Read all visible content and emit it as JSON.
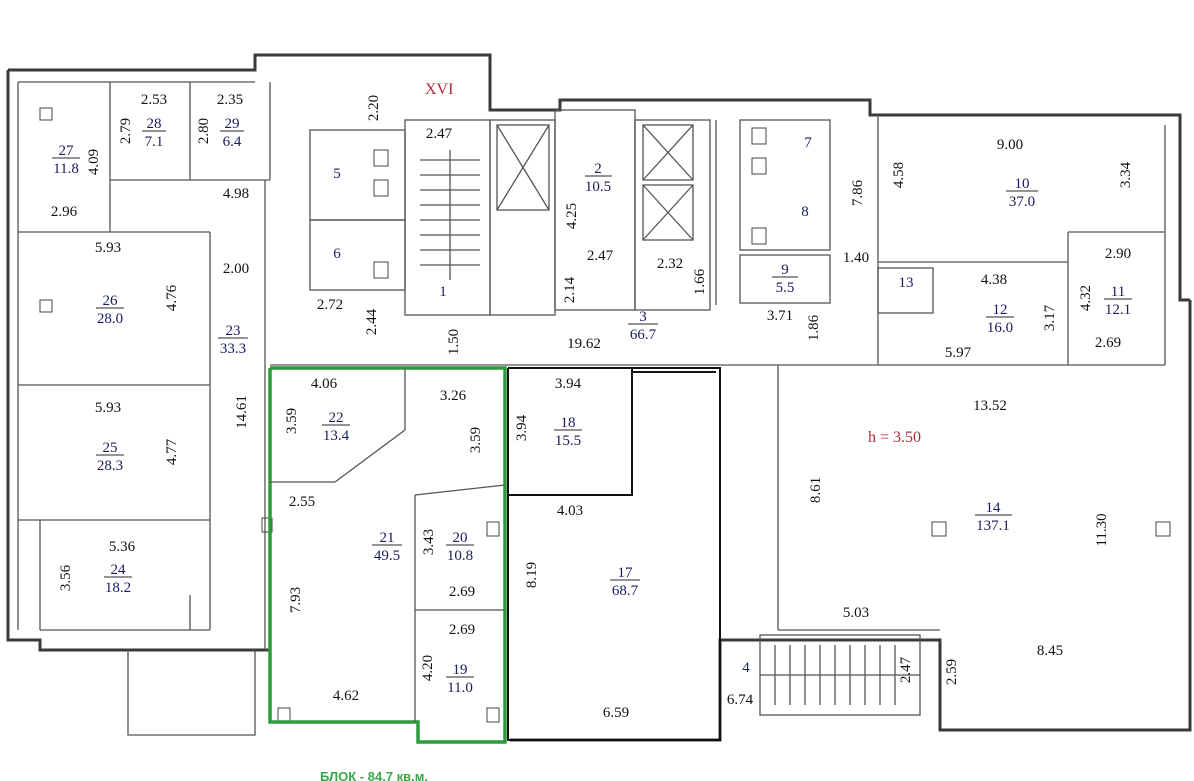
{
  "building_marker": "XVI",
  "height_note": "h = 3.50",
  "block_label": "БЛОК - 84.7 кв.м.",
  "colors": {
    "highlight": "#2e9a3e",
    "room_text": "#1a1a5e",
    "marker": "#b0283a"
  },
  "rooms": [
    {
      "id": "r1",
      "num": "1",
      "area": ""
    },
    {
      "id": "r2",
      "num": "2",
      "area": "10.5"
    },
    {
      "id": "r3",
      "num": "3",
      "area": "66.7"
    },
    {
      "id": "r4",
      "num": "4",
      "area": ""
    },
    {
      "id": "r5",
      "num": "5",
      "area": ""
    },
    {
      "id": "r6",
      "num": "6",
      "area": ""
    },
    {
      "id": "r7",
      "num": "7",
      "area": ""
    },
    {
      "id": "r8",
      "num": "8",
      "area": ""
    },
    {
      "id": "r9",
      "num": "9",
      "area": "5.5"
    },
    {
      "id": "r10",
      "num": "10",
      "area": "37.0"
    },
    {
      "id": "r11",
      "num": "11",
      "area": "12.1"
    },
    {
      "id": "r12",
      "num": "12",
      "area": "16.0"
    },
    {
      "id": "r13",
      "num": "13",
      "area": ""
    },
    {
      "id": "r14",
      "num": "14",
      "area": "137.1"
    },
    {
      "id": "r17",
      "num": "17",
      "area": "68.7"
    },
    {
      "id": "r18",
      "num": "18",
      "area": "15.5"
    },
    {
      "id": "r19",
      "num": "19",
      "area": "11.0"
    },
    {
      "id": "r20",
      "num": "20",
      "area": "10.8"
    },
    {
      "id": "r21",
      "num": "21",
      "area": "49.5"
    },
    {
      "id": "r22",
      "num": "22",
      "area": "13.4"
    },
    {
      "id": "r23",
      "num": "23",
      "area": "33.3"
    },
    {
      "id": "r24",
      "num": "24",
      "area": "18.2"
    },
    {
      "id": "r25",
      "num": "25",
      "area": "28.3"
    },
    {
      "id": "r26",
      "num": "26",
      "area": "28.0"
    },
    {
      "id": "r27",
      "num": "27",
      "area": "11.8"
    },
    {
      "id": "r28",
      "num": "28",
      "area": "7.1"
    },
    {
      "id": "r29",
      "num": "29",
      "area": "6.4"
    }
  ],
  "dims": {
    "d_253": "2.53",
    "d_235": "2.35",
    "d_220": "2.20",
    "d_279": "2.79",
    "d_280": "2.80",
    "d_409": "4.09",
    "d_296": "2.96",
    "d_498": "4.98",
    "d_247a": "2.47",
    "d_900": "9.00",
    "d_458": "4.58",
    "d_334": "3.34",
    "d_425": "4.25",
    "d_247b": "2.47",
    "d_232": "2.32",
    "d_166": "1.66",
    "d_786": "7.86",
    "d_140": "1.40",
    "d_290": "2.90",
    "d_438": "4.38",
    "d_432": "4.32",
    "d_317": "3.17",
    "d_269a": "2.69",
    "d_597": "5.97",
    "d_371": "3.71",
    "d_186": "1.86",
    "d_593a": "5.93",
    "d_200": "2.00",
    "d_476": "4.76",
    "d_272": "2.72",
    "d_244": "2.44",
    "d_150": "1.50",
    "d_214": "2.14",
    "d_1962": "19.62",
    "d_406": "4.06",
    "d_326": "3.26",
    "d_394a": "3.94",
    "d_359a": "3.59",
    "d_359b": "3.59",
    "d_394b": "3.94",
    "d_1352": "13.52",
    "d_593b": "5.93",
    "d_477": "4.77",
    "d_1461": "14.61",
    "d_255": "2.55",
    "d_343": "3.43",
    "d_403": "4.03",
    "d_861": "8.61",
    "d_1130": "11.30",
    "d_536": "5.36",
    "d_356": "3.56",
    "d_793": "7.93",
    "d_819": "8.19",
    "d_269b": "2.69",
    "d_269c": "2.69",
    "d_503": "5.03",
    "d_845": "8.45",
    "d_420": "4.20",
    "d_462": "4.62",
    "d_659": "6.59",
    "d_674": "6.74",
    "d_247c": "2.47",
    "d_259": "2.59"
  }
}
